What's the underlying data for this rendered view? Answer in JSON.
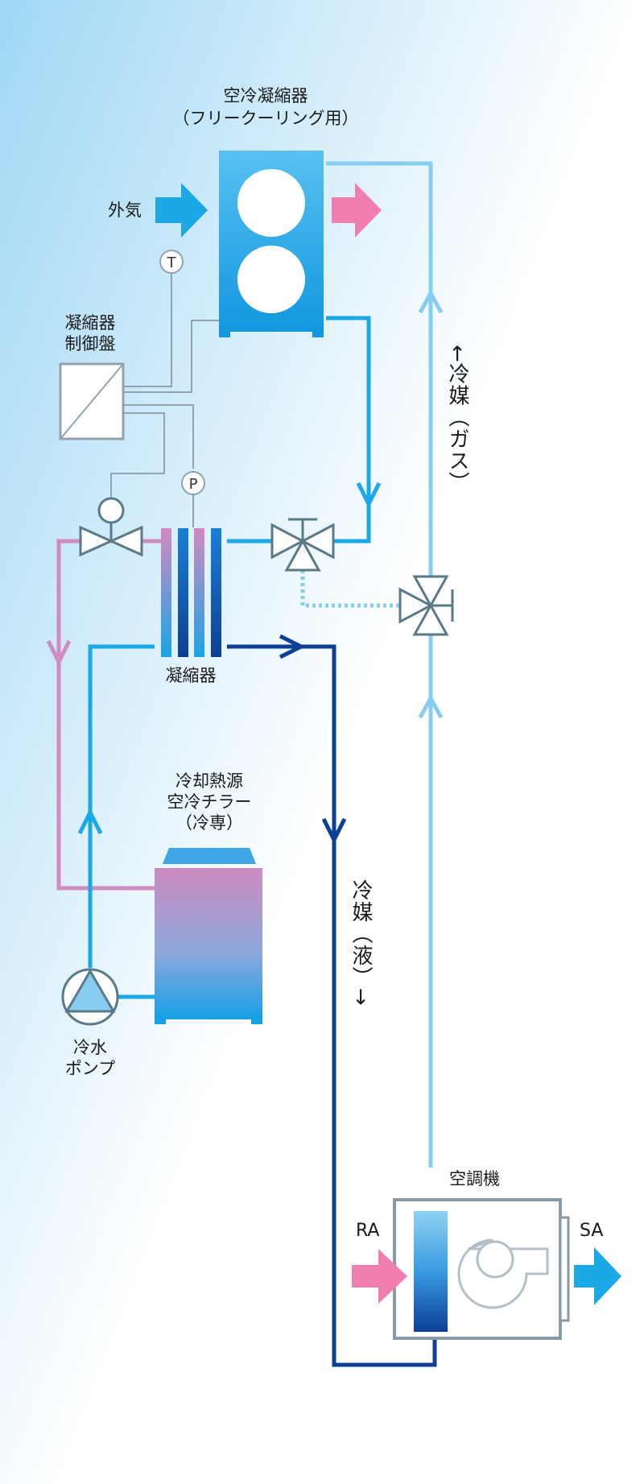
{
  "labels": {
    "air_condenser": "空冷凝縮器",
    "free_cooling": "（フリークーリング用）",
    "outside_air": "外気",
    "condenser_panel_1": "凝縮器",
    "condenser_panel_2": "制御盤",
    "condenser": "凝縮器",
    "chiller_1": "冷却熱源",
    "chiller_2": "空冷チラー",
    "chiller_3": "（冷専）",
    "pump_1": "冷水",
    "pump_2": "ポンプ",
    "air_handler": "空調機",
    "ra": "RA",
    "sa": "SA",
    "refrigerant_gas": "←冷媒（ガス）",
    "refrigerant_liquid": "冷媒（液）→",
    "temp_sensor": "T",
    "pressure_sensor": "P"
  },
  "colors": {
    "pink": "#f07fb0",
    "cyan": "#1aa9e6",
    "light_blue": "#87cdf1",
    "navy": "#0d3f94",
    "purple_line": "#d08cc0",
    "gray": "#8a9aa6",
    "valve": "#5a7a88"
  }
}
